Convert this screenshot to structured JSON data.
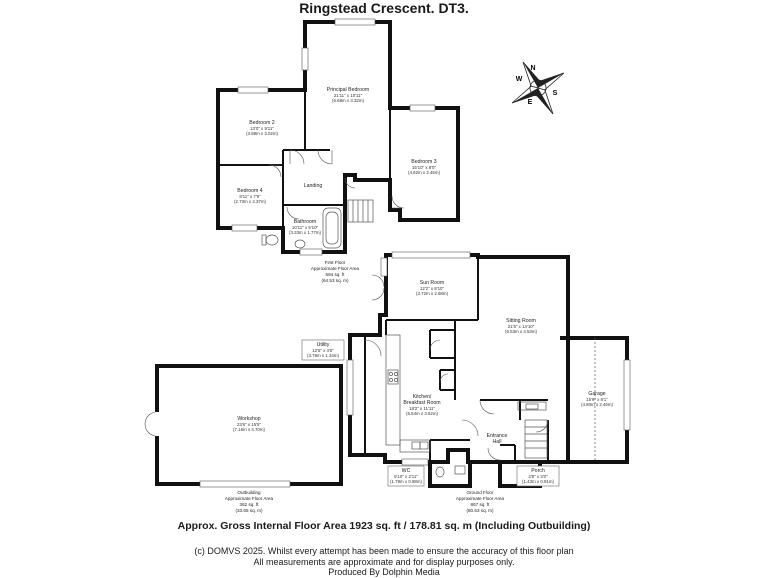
{
  "title": "Ringstead Crescent. DT3.",
  "compass": {
    "n": "N",
    "e": "E",
    "s": "S",
    "w": "W"
  },
  "rooms": {
    "principal_bedroom": {
      "name": "Principal Bedroom",
      "imperial": "21'11\" x 10'11\"",
      "metric": "(6.68m x 3.32m)"
    },
    "bedroom2": {
      "name": "Bedroom 2",
      "imperial": "13'0\" x 9'11\"",
      "metric": "(3.98m x 3.02m)"
    },
    "bedroom3": {
      "name": "Bedroom 3",
      "imperial": "15'10\" x 8'0\"",
      "metric": "(4.82m x 2.45m)"
    },
    "bedroom4": {
      "name": "Bedroom 4",
      "imperial": "8'11\" x 7'9\"",
      "metric": "(2.73m x 2.37m)"
    },
    "landing": {
      "name": "Landing"
    },
    "bathroom": {
      "name": "Bathroom",
      "imperial": "10'11\" x 5'10\"",
      "metric": "(3.33m x 1.77m)"
    },
    "sun_room": {
      "name": "Sun Room",
      "imperial": "12'2\" x 8'10\"",
      "metric": "(3.72m x 2.68m)"
    },
    "sitting_room": {
      "name": "Sitting Room",
      "imperial": "21'5\" x 14'10\"",
      "metric": "(6.53m x 4.53m)"
    },
    "utility": {
      "name": "Utility",
      "imperial": "12'5\" x 4'5\"",
      "metric": "(3.78m x 1.34m)"
    },
    "kitchen": {
      "name_line1": "Kitchen/",
      "name_line2": "Breakfast Room",
      "imperial": "18'2\" x 11'11\"",
      "metric": "(5.54m x 3.62m)"
    },
    "garage": {
      "name": "Garage",
      "imperial": "15'9\" x 8'1\"",
      "metric": "(4.80m x 2.46m)"
    },
    "workshop": {
      "name": "Workshop",
      "imperial": "23'6\" x 15'5\"",
      "metric": "(7.16m x 4.70m)"
    },
    "entrance_hall": {
      "name_line1": "Entrance",
      "name_line2": "Hall"
    },
    "wc": {
      "name": "WC",
      "imperial": "5'10\" x 2'11\"",
      "metric": "(1.79m x 0.88m)"
    },
    "porch": {
      "name": "Porch",
      "imperial": "4'8\" x 3'0\"",
      "metric": "(1.43m x 0.91m)"
    }
  },
  "floors": {
    "first": {
      "line1": "First Floor",
      "line2": "Approximate Floor Area",
      "line3": "694 sq. ft",
      "line4": "(64.53 sq. m)"
    },
    "ground": {
      "line1": "Ground Floor",
      "line2": "Approximate Floor Area",
      "line3": "867 sq. ft",
      "line4": "(80.63 sq. m)"
    },
    "outbuilding": {
      "line1": "Outbuilding",
      "line2": "Approximate Floor Area",
      "line3": "362 sq. ft",
      "line4": "(33.65 sq. m)"
    }
  },
  "total_area": "Approx. Gross Internal Floor Area 1923 sq. ft / 178.81 sq. m (Including Outbuilding)",
  "footer": {
    "line1": "(c) DOMVS 2025. Whilst every attempt has been made to ensure the accuracy of this floor plan",
    "line2": "All measurements are approximate and for display purposes only.",
    "line3": "Produced By Dolphin Media"
  }
}
